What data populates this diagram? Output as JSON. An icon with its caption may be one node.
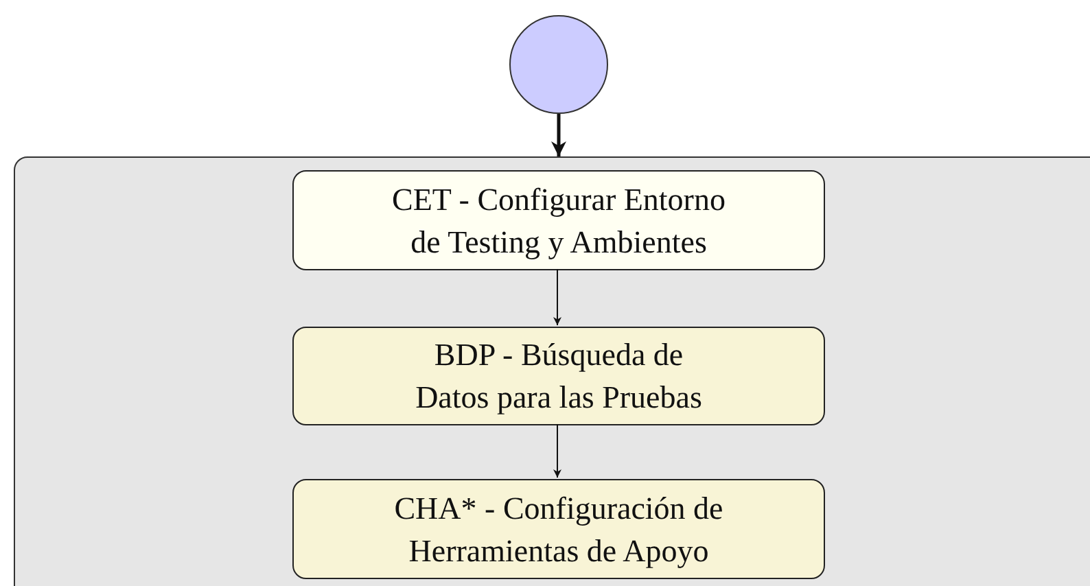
{
  "diagram": {
    "nodes": [
      {
        "text": [],
        "shape": "circle"
      },
      {
        "text": [],
        "shape": "box"
      },
      {
        "text": [
          "CET - Configurar Entorno de Testing y Ambientes"
        ],
        "in": 1
      },
      {
        "text": [
          "BDP - Búsqueda de Datos para las Pruebas"
        ],
        "in": 1
      },
      {
        "text": [
          "CHA* - Configuración de Herramientas de Apoyo"
        ],
        "in": 1
      }
    ],
    "edges": [
      {
        "from": 0,
        "to": 1,
        "arrow": "to",
        "style": "thick"
      },
      {
        "from": 2,
        "to": 3,
        "arrow": "to"
      },
      {
        "from": 3,
        "to": 4,
        "arrow": "to"
      }
    ]
  }
}
